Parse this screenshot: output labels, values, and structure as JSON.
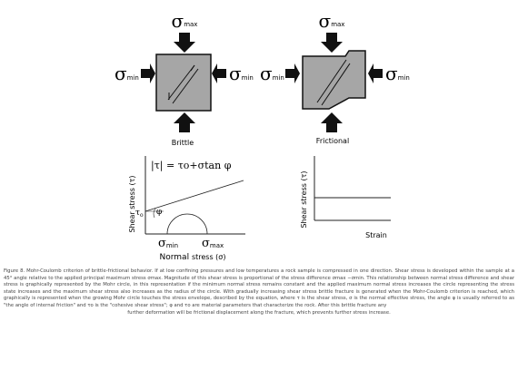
{
  "brittle_panel": {
    "sigma_max_symbol": "σ",
    "sigma_max_sub": "max",
    "sigma_min_symbol": "σ",
    "sigma_min_sub": "min",
    "label": "Brittle"
  },
  "frictional_panel": {
    "sigma_max_symbol": "σ",
    "sigma_max_sub": "max",
    "sigma_min_symbol": "σ",
    "sigma_min_sub": "min",
    "label": "Frictional"
  },
  "mohr_plot": {
    "equation": "|τ| = τo+σtan φ",
    "y_label": "Shear stress (τ)",
    "x_label_normal": "Normal",
    "x_label_stress": "stress (σ)",
    "tau_symbol": "τ",
    "tau_sub": "o",
    "phi_symbol": "φ",
    "sigma_min_label_symbol": "σ",
    "sigma_min_label_sub": "min",
    "sigma_max_label_symbol": "σ",
    "sigma_max_label_sub": "max"
  },
  "strain_plot": {
    "y_label": "Shear stress (τ)",
    "x_label": "Strain"
  },
  "caption": {
    "text": "Figure 8. Mohr-Coulomb criterion of brittle-frictional behavior. If at low confining pressures and low temperatures a rock sample is compressed in one direction. Shear stress is developed within the sample at a 45° angle relative to the applied principal maximum stress σmax. Magnitude of this shear stress is proportional of the stress difference σmax −σmin. This relationship between normal stress difference and shear stress is graphically represented by the Mohr circle, in this representation if the minimum normal stress remains constant and the applied maximum normal stress increases the circle representing the stress state increases and the maximum shear stress also increases as the radius of the circle. With gradually increasing shear stress brittle fracture is generated when the Mohr-Coulomb criterion is reached, which graphically is represented when the growing Mohr circle touches the stress envelope, described by the equation, where τ is the shear stress, σ is the normal effective stress, the angle φ is usually referred to as \"the angle of internal friction\" and τo is the \"cohesive shear stress\"; φ and τo are material parameters that characterize the rock. After this brittle fracture any",
    "last_line": "further deformation will be frictional displacement along the fracture, which prevents further stress increase."
  },
  "colors": {
    "sample_fill": "#a6a6a6",
    "arrow": "#111111",
    "line": "#222222"
  }
}
